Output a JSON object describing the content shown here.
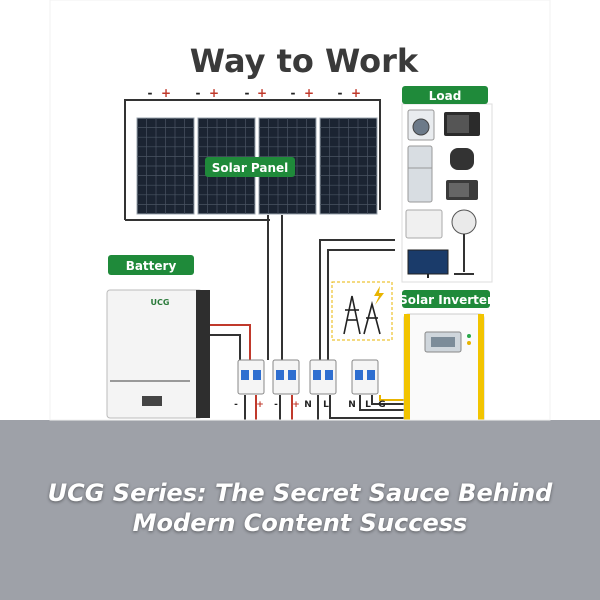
{
  "diagram": {
    "title": "Way to Work",
    "panel_label": "Solar Panel",
    "load_label": "Load",
    "battery_label": "Battery",
    "inverter_label": "Solar Inverter",
    "panel_polarity": [
      "-",
      "+",
      "-",
      "+",
      "-",
      "+",
      "-",
      "+",
      "-",
      "+"
    ],
    "breaker_labels": [
      "-",
      "+",
      "-",
      "+",
      "N",
      "L",
      "N",
      "L",
      "G"
    ],
    "battery_brand": "UCG",
    "colors": {
      "label_green": "#1f8a3a",
      "wire_red": "#c0392b",
      "wire_dark": "#333333",
      "wire_yellow": "#e8b400",
      "panel_cell": "#1b2432",
      "breaker_blue": "#2f6fd0",
      "inverter_yellow": "#f2c400"
    }
  },
  "caption": {
    "line1": "UCG Series: The Secret Sauce Behind",
    "line2": "Modern Content Success"
  }
}
